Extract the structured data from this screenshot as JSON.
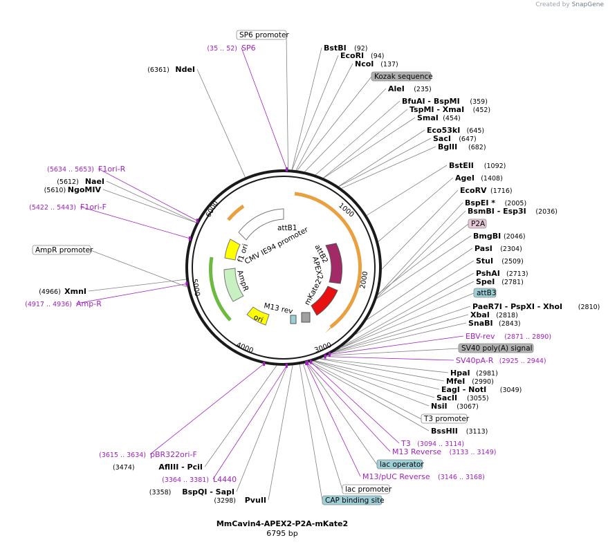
{
  "brand": {
    "prefix": "Created by",
    "name": "SnapGene"
  },
  "plasmid": {
    "name": "MmCavin4-APEX2-P2A-mKate2",
    "size_label": "6795 bp",
    "length": 6795
  },
  "ticks": [
    "1000",
    "2000",
    "3000",
    "4000",
    "5000",
    "6000"
  ],
  "colors": {
    "backbone": "#1a1a1a",
    "primer": "#a020c0",
    "promoter_fill": "#ffffff",
    "kozak": "#b0b0b0",
    "p2a": "#e8c8d8",
    "att_site": "#9ccfd6"
  },
  "enzymes": [
    {
      "name": "BstBI",
      "pos": "(92)"
    },
    {
      "name": "EcoRI",
      "pos": "(94)"
    },
    {
      "name": "NcoI",
      "pos": "(137)"
    },
    {
      "name": "AleI",
      "pos": "(235)"
    },
    {
      "name": "BfuAI - BspMI",
      "pos": "(359)"
    },
    {
      "name": "TspMI - XmaI",
      "pos": "(452)"
    },
    {
      "name": "SmaI",
      "pos": "(454)"
    },
    {
      "name": "Eco53kI",
      "pos": "(645)"
    },
    {
      "name": "SacI",
      "pos": "(647)"
    },
    {
      "name": "BglII",
      "pos": "(682)"
    },
    {
      "name": "BstEII",
      "pos": "(1092)"
    },
    {
      "name": "AgeI",
      "pos": "(1408)"
    },
    {
      "name": "EcoRV",
      "pos": "(1716)"
    },
    {
      "name": "BspEI *",
      "pos": "(2005)"
    },
    {
      "name": "BsmBI - Esp3I",
      "pos": "(2036)"
    },
    {
      "name": "BmgBI",
      "pos": "(2046)"
    },
    {
      "name": "PasI",
      "pos": "(2304)"
    },
    {
      "name": "StuI",
      "pos": "(2509)"
    },
    {
      "name": "PshAI",
      "pos": "(2713)"
    },
    {
      "name": "SpeI",
      "pos": "(2781)"
    },
    {
      "name": "PaeR7I - PspXI - XhoI",
      "pos": "(2810)"
    },
    {
      "name": "XbaI",
      "pos": "(2818)"
    },
    {
      "name": "SnaBI",
      "pos": "(2843)"
    },
    {
      "name": "HpaI",
      "pos": "(2981)"
    },
    {
      "name": "MfeI",
      "pos": "(2990)"
    },
    {
      "name": "EagI - NotI",
      "pos": "(3049)"
    },
    {
      "name": "SacII",
      "pos": "(3055)"
    },
    {
      "name": "NsiI",
      "pos": "(3067)"
    },
    {
      "name": "BssHII",
      "pos": "(3113)"
    },
    {
      "name": "PvuII",
      "pos": "(3298)"
    },
    {
      "name": "BspQI - SapI",
      "pos": "(3358)"
    },
    {
      "name": "AflIII - PciI",
      "pos": "(3474)"
    },
    {
      "name": "XmnI",
      "pos": "(4966)"
    },
    {
      "name": "NgoMIV",
      "pos": "(5610)"
    },
    {
      "name": "NaeI",
      "pos": "(5612)"
    },
    {
      "name": "NdeI",
      "pos": "(6361)"
    }
  ],
  "primers": [
    {
      "name": "SP6",
      "pos": "(35 .. 52)"
    },
    {
      "name": "EBV-rev",
      "pos": "(2871 .. 2890)"
    },
    {
      "name": "SV40pA-R",
      "pos": "(2925 .. 2944)"
    },
    {
      "name": "T3",
      "pos": "(3094 .. 3114)"
    },
    {
      "name": "M13 Reverse",
      "pos": "(3133 .. 3149)"
    },
    {
      "name": "M13/pUC Reverse",
      "pos": "(3146 .. 3168)"
    },
    {
      "name": "L4440",
      "pos": "(3364 .. 3381)"
    },
    {
      "name": "pBR322ori-F",
      "pos": "(3615 .. 3634)"
    },
    {
      "name": "Amp-R",
      "pos": "(4917 .. 4936)"
    },
    {
      "name": "F1ori-F",
      "pos": "(5422 .. 5443)"
    },
    {
      "name": "F1ori-R",
      "pos": "(5634 .. 5653)"
    }
  ],
  "boxed": [
    {
      "name": "SP6 promoter"
    },
    {
      "name": "Kozak sequence"
    },
    {
      "name": "P2A"
    },
    {
      "name": "attB3"
    },
    {
      "name": "SV40 poly(A) signal"
    },
    {
      "name": "T3 promoter"
    },
    {
      "name": "lac operator"
    },
    {
      "name": "lac promoter"
    },
    {
      "name": "CAP binding site"
    },
    {
      "name": "AmpR promoter"
    }
  ],
  "inner_features": [
    {
      "name": "attB1"
    },
    {
      "name": "CMV IE94 promoter"
    },
    {
      "name": "attB2"
    },
    {
      "name": "APEX2"
    },
    {
      "name": "mKate2"
    },
    {
      "name": "M13 rev"
    },
    {
      "name": "ori"
    },
    {
      "name": "AmpR"
    },
    {
      "name": "f1 ori"
    }
  ]
}
